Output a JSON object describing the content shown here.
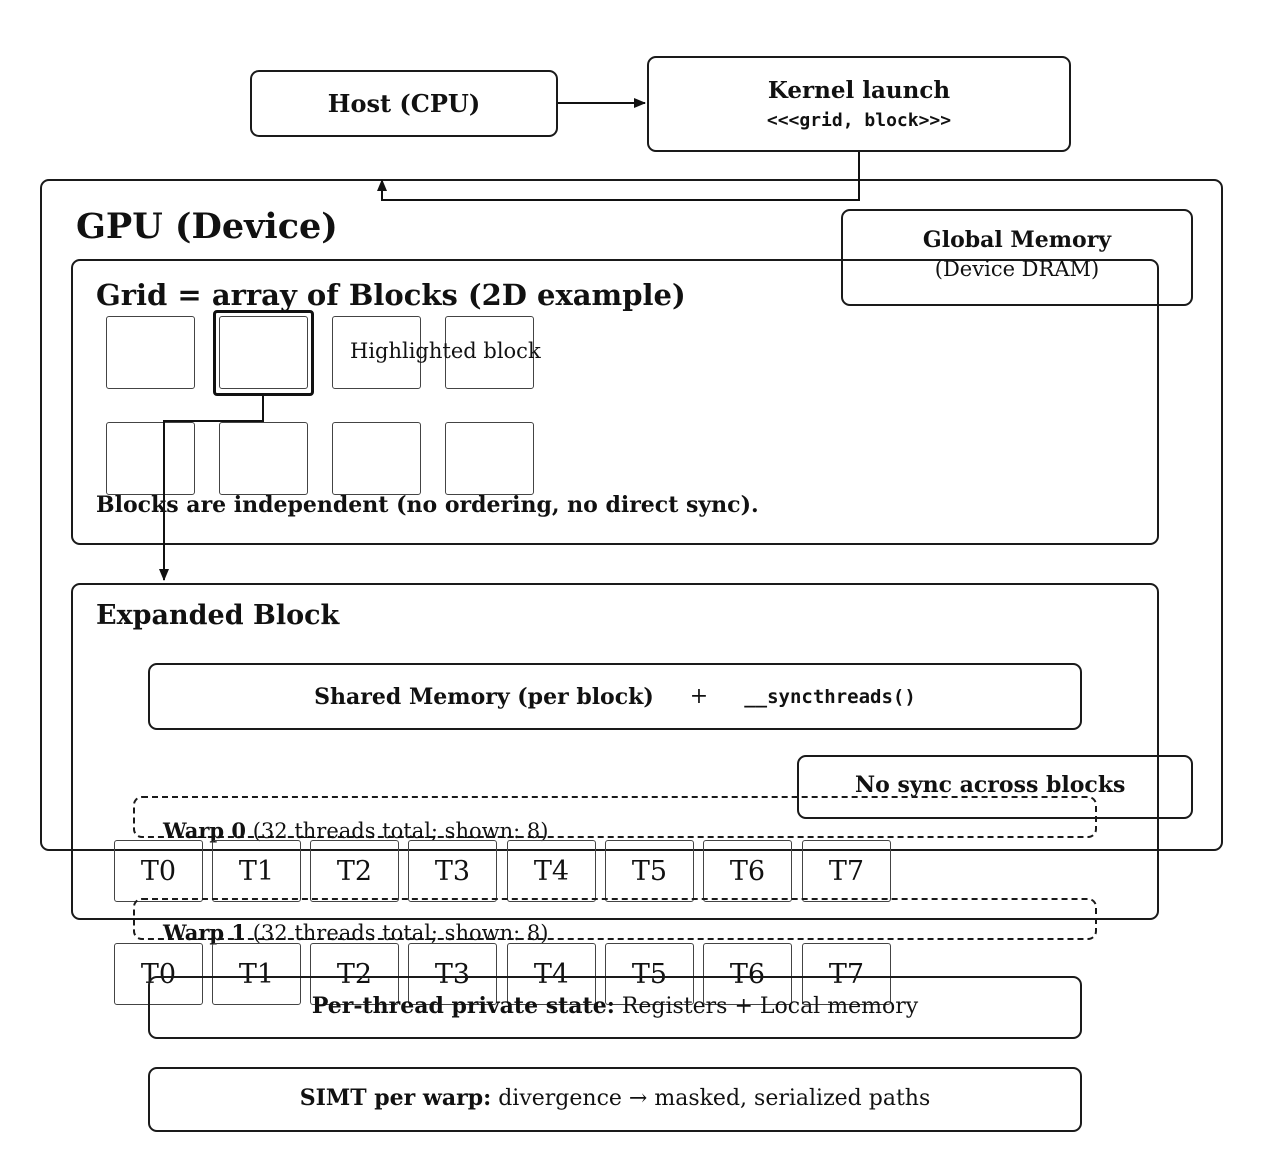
{
  "host": {
    "label": "Host (CPU)"
  },
  "kernel": {
    "title": "Kernel launch",
    "code": "<<<grid, block>>>"
  },
  "gpu": {
    "title": "GPU (Device)"
  },
  "global_memory": {
    "title": "Global Memory",
    "subtitle": "(Device DRAM)"
  },
  "grid": {
    "title": "Grid = array of Blocks (2D example)",
    "highlight_label": "Highlighted block",
    "note": "Blocks are independent (no ordering, no direct sync)."
  },
  "expanded_block": {
    "title": "Expanded Block"
  },
  "shared_memory": {
    "label": "Shared Memory (per block)",
    "plus": "+",
    "sync": "__syncthreads()"
  },
  "no_sync": {
    "label": "No sync across blocks"
  },
  "warps": [
    {
      "label": "Warp 0",
      "detail": "(32 threads total; shown: 8)",
      "threads": [
        "T0",
        "T1",
        "T2",
        "T3",
        "T4",
        "T5",
        "T6",
        "T7"
      ]
    },
    {
      "label": "Warp 1",
      "detail": "(32 threads total; shown: 8)",
      "threads": [
        "T0",
        "T1",
        "T2",
        "T3",
        "T4",
        "T5",
        "T6",
        "T7"
      ]
    }
  ],
  "per_thread": {
    "bold": "Per-thread private state:",
    "rest": "Registers + Local memory"
  },
  "simt": {
    "bold": "SIMT per warp:",
    "rest": "divergence → masked, serialized paths"
  }
}
